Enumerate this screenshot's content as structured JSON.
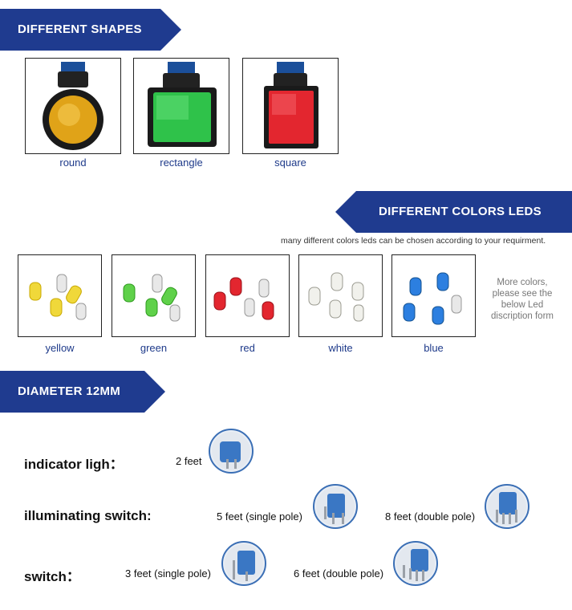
{
  "sections": {
    "shapes": {
      "title": "DIFFERENT SHAPES"
    },
    "colors": {
      "title": "DIFFERENT COLORS LEDS",
      "note": "many different colors leds can be chosen according to your requirment."
    },
    "diameter": {
      "title": "DIAMETER 12MM"
    }
  },
  "shapes": [
    {
      "label": "round"
    },
    {
      "label": "rectangle"
    },
    {
      "label": "square"
    }
  ],
  "leds": [
    {
      "label": "yellow"
    },
    {
      "label": "green"
    },
    {
      "label": "red"
    },
    {
      "label": "white"
    },
    {
      "label": "blue"
    }
  ],
  "more_colors": [
    "More colors,",
    "please see the",
    "below Led",
    "discription form"
  ],
  "types": {
    "indicator": {
      "label": "indicator ligh：",
      "opt1": "2 feet"
    },
    "illuminating": {
      "label": "illuminating switch:",
      "opt1": "5 feet (single pole)",
      "opt2": "8 feet (double pole)"
    },
    "switch": {
      "label": "switch：",
      "opt1": "3 feet (single pole)",
      "opt2": "6 feet (double pole)"
    }
  },
  "colors": {
    "banner": "#1f3b8f",
    "caption": "#1e3a8a"
  }
}
